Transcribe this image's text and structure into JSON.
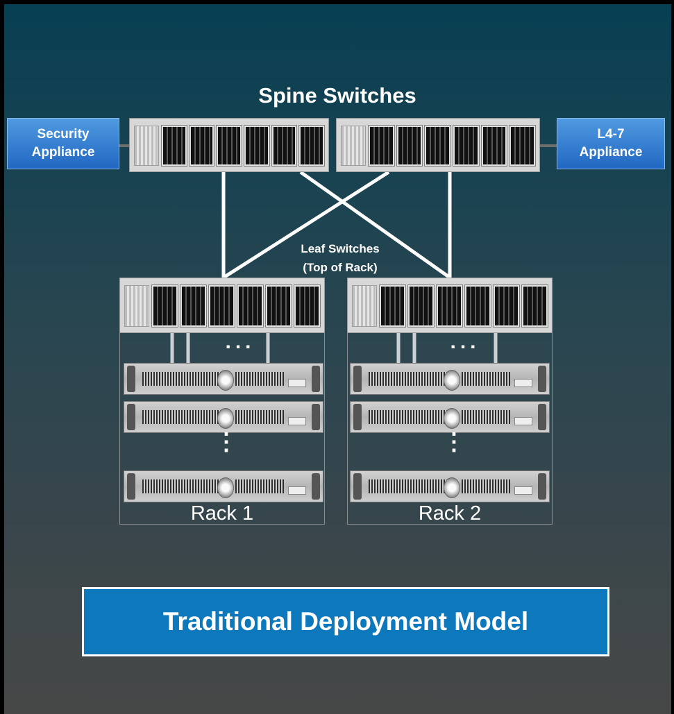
{
  "diagram": {
    "spine_title": "Spine Switches",
    "leaf_title_line1": "Leaf Switches",
    "leaf_title_line2": "(Top of Rack)",
    "security_appliance_line1": "Security",
    "security_appliance_line2": "Appliance",
    "l47_appliance_line1": "L4-7",
    "l47_appliance_line2": "Appliance",
    "rack1_label": "Rack 1",
    "rack2_label": "Rack 2",
    "dots_horizontal": "...",
    "dots_vertical": "⋮",
    "footer_title": "Traditional Deployment Model"
  },
  "colors": {
    "appliance_blue": "#2f7fd3",
    "footer_blue": "#0e78bd",
    "link_white": "#ffffff"
  }
}
